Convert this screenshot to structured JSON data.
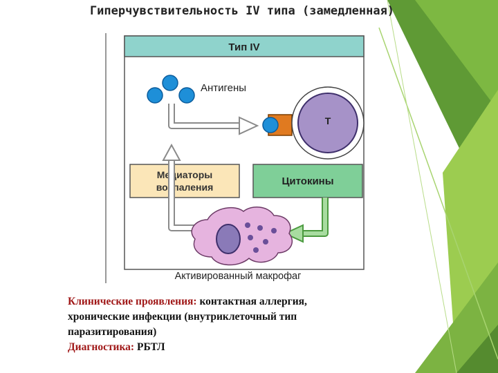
{
  "slide": {
    "title": "Гиперчувствительность  IV  типа (замедленная)"
  },
  "diagram": {
    "header": "Тип IV",
    "antigens_label": "Антигены",
    "t_cell_label": "Т",
    "mediators_line1": "Медиаторы",
    "mediators_line2": "воспаления",
    "cytokines_label": "Цитокины",
    "macrophage_label": "Активированный макрофаг"
  },
  "caption": {
    "clinical_label": "Клинические  проявления:",
    "clinical_text_1": " контактная  аллергия,",
    "clinical_text_2": "хронические  инфекции (внутриклеточный  тип",
    "clinical_text_3": "паразитирования)",
    "diagnostics_label": "Диагностика:",
    "diagnostics_text": "  РБТЛ"
  },
  "colors": {
    "header_bg": "#8fd3cc",
    "antigen_blue": "#1e8fd8",
    "t_cell_fill": "#a692c8",
    "receptor_orange": "#e07a20",
    "mediators_bg": "#fbe6b8",
    "cytokines_bg": "#7fcf98",
    "macrophage_fill": "#e6b4df",
    "nucleus_fill": "#8a7ab8",
    "green_accent": "#8bc34a",
    "dark_green": "#558b2f"
  }
}
